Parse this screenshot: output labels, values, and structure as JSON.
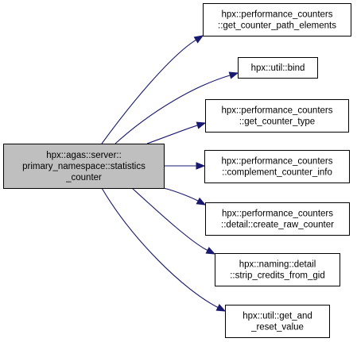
{
  "graph": {
    "edge_color": "#191970",
    "source_node": {
      "lines": [
        "hpx::agas::server::",
        "primary_namespace::statistics",
        "_counter"
      ],
      "fill": "#bfbfbf",
      "highlighted": true
    },
    "target_nodes": [
      {
        "lines": [
          "hpx::performance_counters",
          "::get_counter_path_elements"
        ],
        "fill": "#ffffff"
      },
      {
        "lines": [
          "hpx::util::bind"
        ],
        "fill": "#ffffff"
      },
      {
        "lines": [
          "hpx::performance_counters",
          "::get_counter_type"
        ],
        "fill": "#ffffff"
      },
      {
        "lines": [
          "hpx::performance_counters",
          "::complement_counter_info"
        ],
        "fill": "#ffffff"
      },
      {
        "lines": [
          "hpx::performance_counters",
          "::detail::create_raw_counter"
        ],
        "fill": "#ffffff"
      },
      {
        "lines": [
          "hpx::naming::detail",
          "::strip_credits_from_gid"
        ],
        "fill": "#ffffff"
      },
      {
        "lines": [
          "hpx::util::get_and",
          "_reset_value"
        ],
        "fill": "#ffffff"
      }
    ]
  }
}
